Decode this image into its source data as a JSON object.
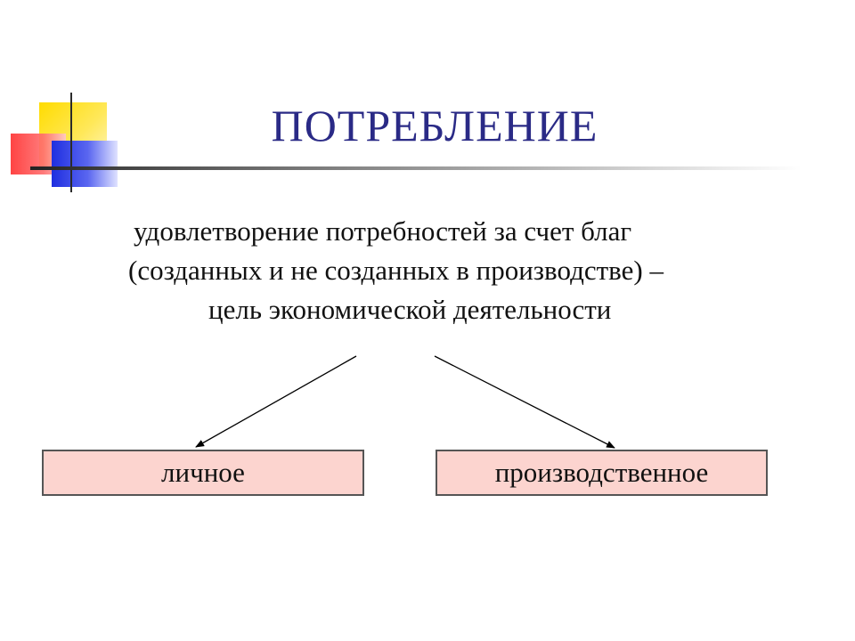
{
  "title": "ПОТРЕБЛЕНИЕ",
  "definition": {
    "line1": "удовлетворение потребностей за счет благ",
    "line2": "(созданных и не созданных в производстве) –",
    "line3": "цель экономической деятельности"
  },
  "types": [
    {
      "label": "личное"
    },
    {
      "label": "производственное"
    }
  ],
  "colors": {
    "title": "#2a2a86",
    "box_fill": "#fcd4cf",
    "box_border": "#555555",
    "accent_yellow": "#ffdc00",
    "accent_red": "#ff3333",
    "accent_blue": "#1f2fe0"
  }
}
